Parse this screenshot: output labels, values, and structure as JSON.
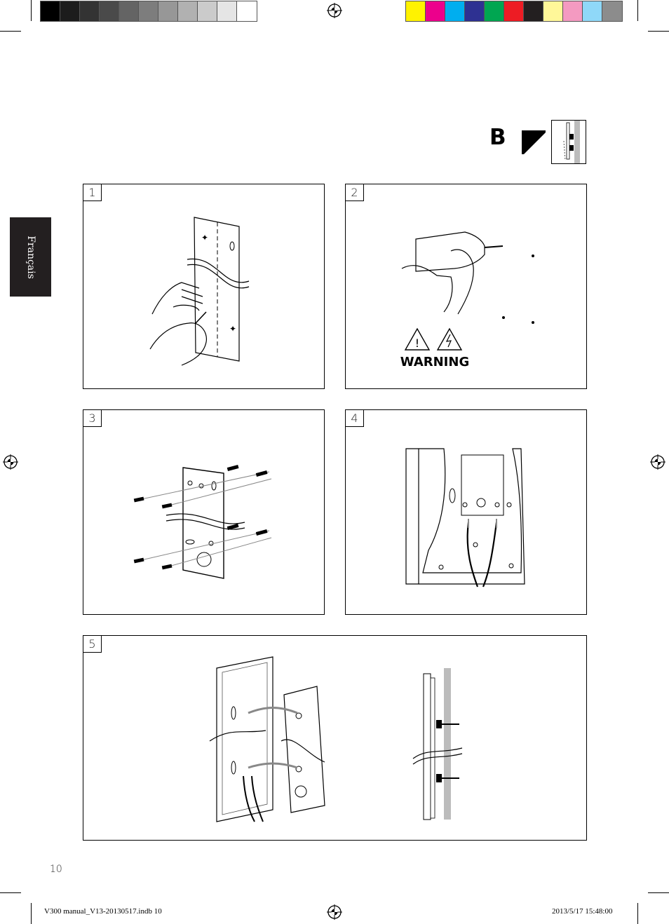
{
  "color_bar": {
    "grays": [
      "#000000",
      "#1c1c1c",
      "#333333",
      "#4a4a4a",
      "#646464",
      "#7d7d7d",
      "#979797",
      "#b1b1b1",
      "#cbcbcb",
      "#e5e5e5",
      "#ffffff"
    ],
    "colors": [
      "#fff200",
      "#ec008c",
      "#00aeef",
      "#2e3192",
      "#00a651",
      "#ed1c24",
      "#231f20",
      "#fff799",
      "#f49ac1",
      "#8fd8f8",
      "#8c8c8c"
    ]
  },
  "language_tab": "Français",
  "section": {
    "letter": "B"
  },
  "steps": [
    {
      "number": "1"
    },
    {
      "number": "2",
      "warning_text": "WARNING"
    },
    {
      "number": "3"
    },
    {
      "number": "4"
    },
    {
      "number": "5"
    }
  ],
  "page_number": "10",
  "footer": {
    "filename": "V300 manual_V13-20130517.indb   10",
    "timestamp": "2013/5/17   15:48:00"
  }
}
